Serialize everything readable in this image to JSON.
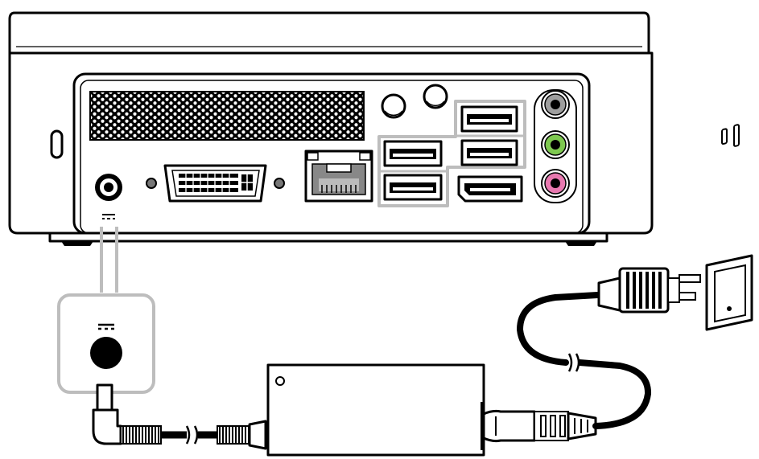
{
  "diagram": {
    "colors": {
      "outline": "#000000",
      "background": "#ffffff",
      "callout_gray": "#bdbdbd",
      "audio_gray": "#9e9e9e",
      "audio_green": "#7ec850",
      "audio_pink": "#e879b0",
      "cable_black": "#000000"
    },
    "icons": {
      "dc_symbol": "dc-power-symbol-icon",
      "wall_outlet": "wall-outlet-icon",
      "power_plug": "ac-plug-icon"
    },
    "components": [
      "mini-pc",
      "dc-power-jack",
      "ventilation-grille",
      "dvi-port",
      "ethernet-port",
      "usb-port",
      "displayport",
      "audio-jacks",
      "power-adapter",
      "ac-power-cord",
      "wall-outlet"
    ]
  }
}
